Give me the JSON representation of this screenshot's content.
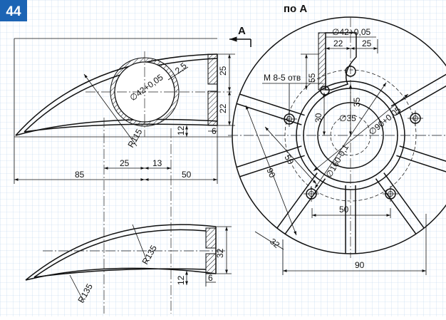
{
  "figure": {
    "number": "44",
    "view_title": "по А",
    "view_arrow_label": "А",
    "colors": {
      "badge": "#1c64b4",
      "grid": "#b9d3ee",
      "ink": "#111111"
    }
  },
  "side_view_top": {
    "dims": {
      "d42": "∅42+0,05",
      "wall": "2,5",
      "r115": "R115",
      "h25": "25",
      "h22": "22",
      "h12": "12",
      "t6": "6",
      "l85": "85",
      "l25": "25",
      "l13": "13",
      "l50": "50"
    }
  },
  "side_view_bottom": {
    "dims": {
      "r135_inner": "R135",
      "r135_outer": "R135",
      "h32": "32",
      "h12": "12",
      "t6": "6"
    }
  },
  "view_a": {
    "dims": {
      "d42": "∅42+0,05",
      "w22": "22",
      "w25": "25",
      "h55": "55",
      "thread": "М 8-5 отв",
      "h35": "35",
      "h30": "30",
      "d35": "∅35",
      "d90": "∅90+0,05",
      "d160": "∅160-0,1",
      "l50_diag": "50",
      "l90_diag": "90",
      "l50_h": "50",
      "l32": "32",
      "l90_h": "90"
    }
  }
}
